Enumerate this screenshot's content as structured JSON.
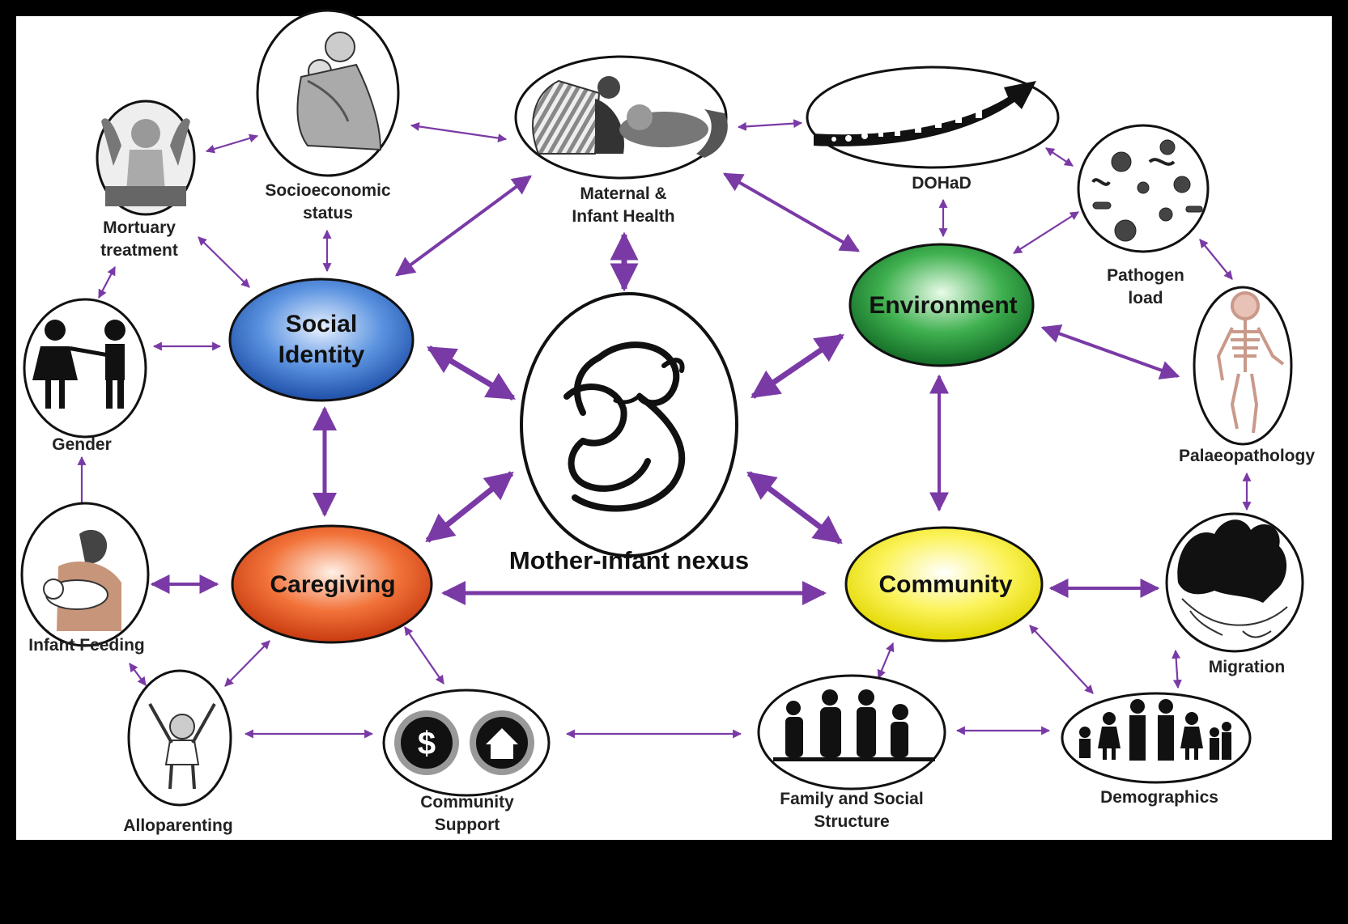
{
  "center": {
    "label": "Mother-infant nexus"
  },
  "hubs": {
    "social_identity": {
      "line1": "Social",
      "line2": "Identity",
      "color": "#2f6fd1"
    },
    "environment": {
      "label": "Environment",
      "color": "#1f8f3a"
    },
    "caregiving": {
      "label": "Caregiving",
      "color": "#e8501e"
    },
    "community": {
      "label": "Community",
      "color": "#f2ec00"
    }
  },
  "nodes": {
    "socioeconomic": {
      "line1": "Socioeconomic",
      "line2": "status"
    },
    "maternal_health": {
      "line1": "Maternal &",
      "line2": "Infant Health"
    },
    "dohad": {
      "label": "DOHaD"
    },
    "pathogen": {
      "line1": "Pathogen",
      "line2": "load"
    },
    "mortuary": {
      "line1": "Mortuary",
      "line2": "treatment"
    },
    "gender": {
      "label": "Gender"
    },
    "palaeopathology": {
      "label": "Palaeopathology"
    },
    "infant_feeding": {
      "label": "Infant Feeding"
    },
    "migration": {
      "label": "Migration"
    },
    "alloparenting": {
      "label": "Alloparenting"
    },
    "community_support": {
      "line1": "Community",
      "line2": "Support"
    },
    "family_social": {
      "line1": "Family and Social",
      "line2": "Structure"
    },
    "demographics": {
      "label": "Demographics"
    }
  },
  "colors": {
    "arrow": "#7a3aa6",
    "background": "#ffffff",
    "frame": "#000000"
  },
  "icons": [
    "mother-infant-icon",
    "hugging-mother-child-icon",
    "mother-tending-infant-icon",
    "life-course-arrow-icon",
    "microbes-icon",
    "angel-statue-icon",
    "gender-pair-icon",
    "skeleton-icon",
    "breastfeeding-icon",
    "world-map-icon",
    "held-toddler-icon",
    "dollar-coin-icon",
    "house-coin-icon",
    "family-silhouettes-icon",
    "population-pyramid-icon"
  ]
}
